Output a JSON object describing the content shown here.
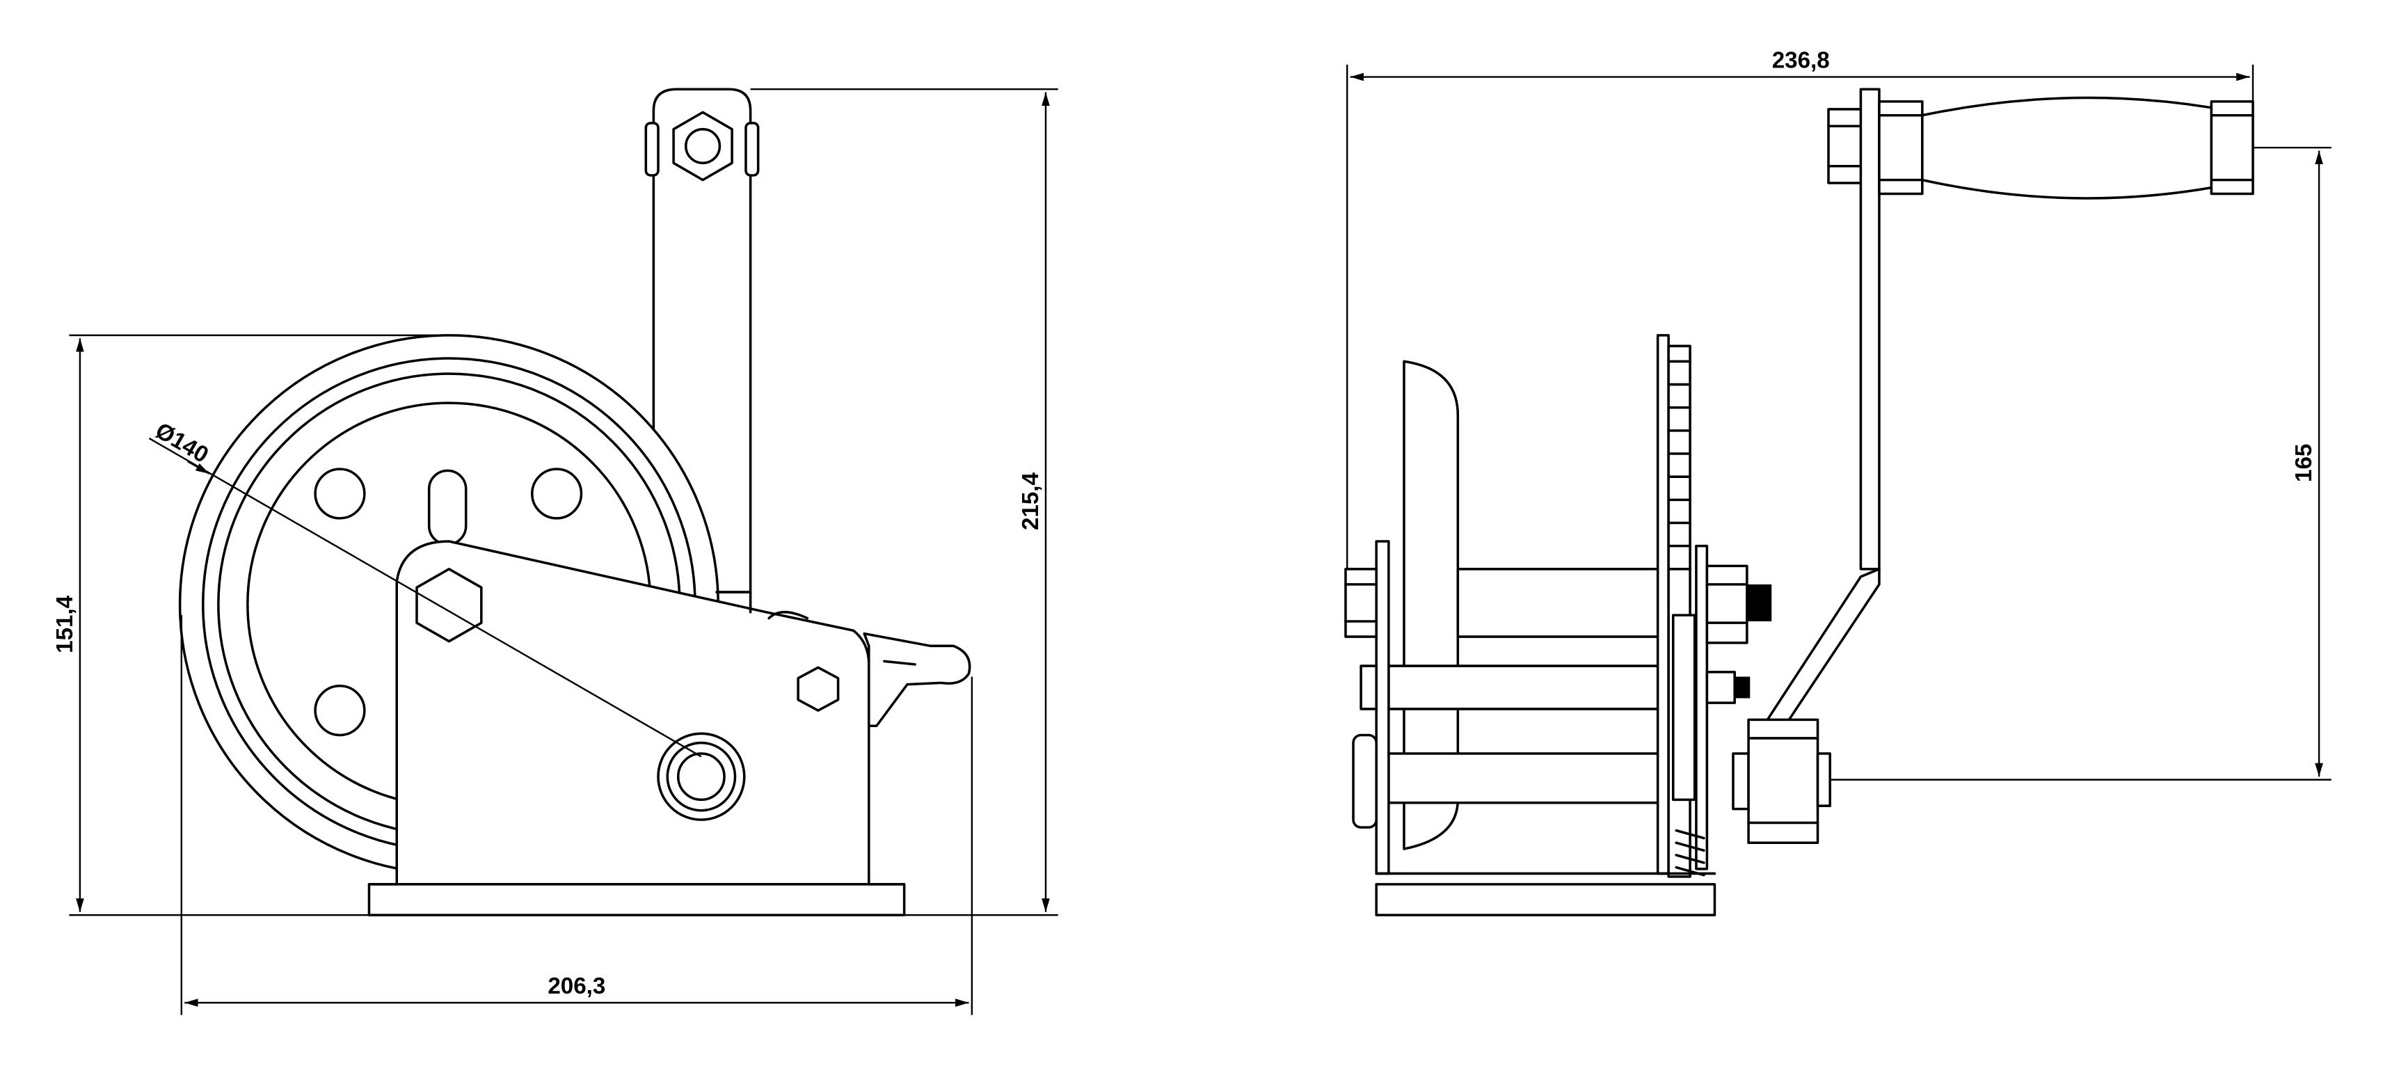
{
  "drawing": {
    "front_view": {
      "dim_height_drum": "151,4",
      "dim_height_total": "215,4",
      "dim_width": "206,3",
      "dim_diameter": "Ø140"
    },
    "side_view": {
      "dim_width_total": "236,8",
      "dim_crank_radius": "165"
    }
  }
}
